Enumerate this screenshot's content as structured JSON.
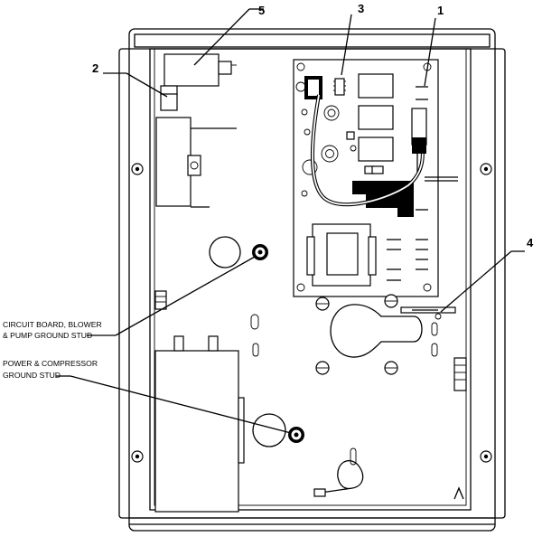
{
  "callouts": {
    "c1": "1",
    "c2": "2",
    "c3": "3",
    "c4": "4",
    "c5": "5"
  },
  "labels": {
    "pump_stud_line1": "CIRCUIT BOARD, BLOWER",
    "pump_stud_line2": "& PUMP GROUND STUD",
    "compressor_stud_line1": "POWER & COMPRESSOR",
    "compressor_stud_line2": "GROUND STUD"
  }
}
